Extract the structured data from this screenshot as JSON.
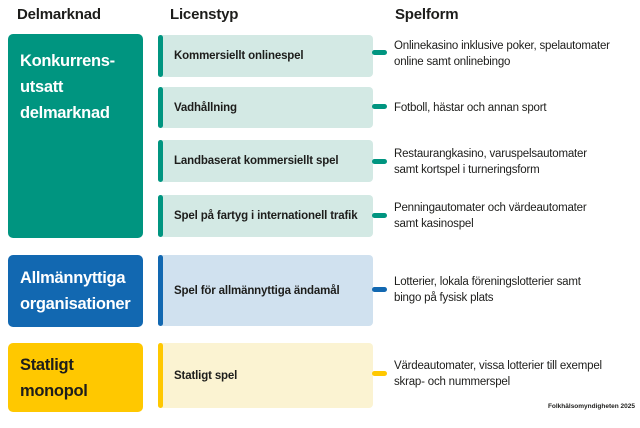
{
  "headers": {
    "submarket": "Delmarknad",
    "license_type": "Licenstyp",
    "game_form": "Spelform"
  },
  "colors": {
    "teal": "#009580",
    "teal_light": "#d3e9e4",
    "blue": "#1268b1",
    "blue_light": "#d0e1ef",
    "yellow": "#ffc800",
    "yellow_light": "#fbf3d2",
    "text_dark": "#1d1d1b",
    "text_light": "#ffffff"
  },
  "market_blocks": {
    "competitive": {
      "l1": "Konkurrens-",
      "l2": "utsatt",
      "l3": "delmarknad"
    },
    "nonprofit": {
      "l1": "Allmännyttiga",
      "l2": "organisationer"
    },
    "monopoly": {
      "l1": "Statligt",
      "l2": "monopol"
    }
  },
  "rows": [
    {
      "license": "Kommersiellt onlinespel",
      "desc_l1": "Onlinekasino inklusive poker, spelautomater",
      "desc_l2": "online samt onlinebingo"
    },
    {
      "license": "Vadhållning",
      "desc_l1": "Fotboll, hästar och annan sport",
      "desc_l2": ""
    },
    {
      "license": "Landbaserat kommersiellt spel",
      "desc_l1": "Restaurangkasino, varuspelsautomater",
      "desc_l2": "samt kortspel i turneringsform"
    },
    {
      "license": "Spel på fartyg i internationell trafik",
      "desc_l1": "Penningautomater och värdeautomater",
      "desc_l2": "samt kasinospel"
    },
    {
      "license": "Spel för allmännyttiga ändamål",
      "desc_l1": "Lotterier, lokala föreningslotterier samt",
      "desc_l2": "bingo på fysisk plats"
    },
    {
      "license": "Statligt spel",
      "desc_l1": "Värdeautomater, vissa lotterier till exempel",
      "desc_l2": "skrap- och nummerspel"
    }
  ],
  "footer": {
    "credit": "Folkhälsomyndigheten 2025"
  }
}
